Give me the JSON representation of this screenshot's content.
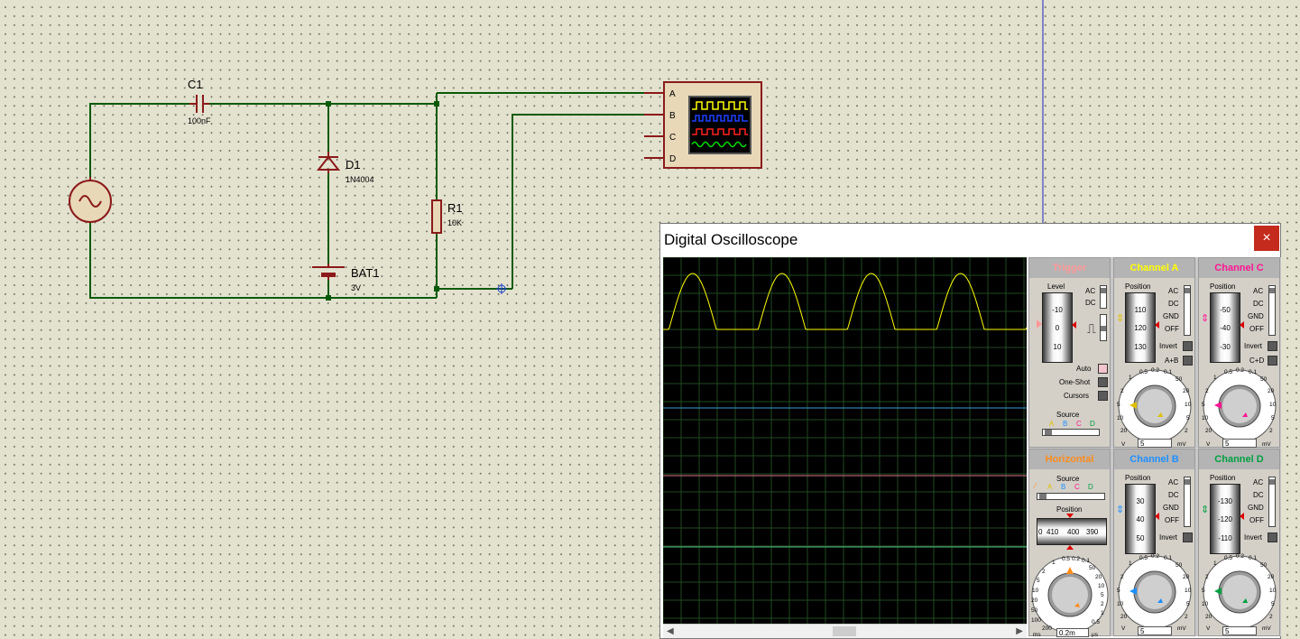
{
  "schematic": {
    "components": [
      {
        "ref": "C1",
        "value": "100nF"
      },
      {
        "ref": "D1",
        "value": "1N4004"
      },
      {
        "ref": "R1",
        "value": "10K"
      },
      {
        "ref": "BAT1",
        "value": "3V"
      }
    ],
    "scope_pins": [
      "A",
      "B",
      "C",
      "D"
    ]
  },
  "oscilloscope": {
    "title": "Digital Oscilloscope",
    "close_label": "×",
    "colors": {
      "ch_a": "#ffff00",
      "ch_b": "#1e90ff",
      "ch_c": "#ff1493",
      "ch_d": "#00c040",
      "trigger": "#ff9999",
      "horizontal": "#ff8c1a"
    },
    "trigger": {
      "title": "Trigger",
      "level_label": "Level",
      "drum_values": [
        "-10",
        "0",
        "10"
      ],
      "coupling": [
        "AC",
        "DC"
      ],
      "modes": [
        "Auto",
        "One-Shot",
        "Cursors"
      ],
      "source_label": "Source",
      "source_letters": [
        "A",
        "B",
        "C",
        "D"
      ]
    },
    "channel_a": {
      "title": "Channel A",
      "position_label": "Position",
      "drum_values": [
        "110",
        "120",
        "130"
      ],
      "coupling": [
        "AC",
        "DC",
        "GND",
        "OFF"
      ],
      "invert_label": "Invert",
      "combine_label": "A+B",
      "dial_value": "5",
      "unit_left": "V",
      "unit_right": "mV"
    },
    "channel_c": {
      "title": "Channel C",
      "position_label": "Position",
      "drum_values": [
        "-50",
        "-40",
        "-30"
      ],
      "coupling": [
        "AC",
        "DC",
        "GND",
        "OFF"
      ],
      "invert_label": "Invert",
      "combine_label": "C+D",
      "dial_value": "5",
      "unit_left": "V",
      "unit_right": "mV"
    },
    "horizontal": {
      "title": "Horizontal",
      "source_label": "Source",
      "source_letters": [
        "A",
        "B",
        "C",
        "D"
      ],
      "position_label": "Position",
      "drum_values": [
        "0",
        "410",
        "400",
        "390"
      ],
      "dial_value": "0.2m",
      "unit_left": "ms",
      "unit_right": "μs",
      "scale_labels": [
        "0.5",
        "0.2",
        "0.1",
        "1",
        "50",
        "2",
        "20",
        "5",
        "10",
        "10",
        "5",
        "20",
        "2",
        "50",
        "1",
        "100",
        "0.5",
        "200",
        "0.5"
      ]
    },
    "channel_b": {
      "title": "Channel B",
      "position_label": "Position",
      "drum_values": [
        "30",
        "40",
        "50"
      ],
      "coupling": [
        "AC",
        "DC",
        "GND",
        "OFF"
      ],
      "invert_label": "Invert",
      "dial_value": "5",
      "unit_left": "V",
      "unit_right": "mV"
    },
    "channel_d": {
      "title": "Channel D",
      "position_label": "Position",
      "drum_values": [
        "-130",
        "-120",
        "-110"
      ],
      "coupling": [
        "AC",
        "DC",
        "GND",
        "OFF"
      ],
      "invert_label": "Invert",
      "dial_value": "5",
      "unit_left": "V",
      "unit_right": "mV"
    },
    "volt_scale_labels": [
      "0.5",
      "0.2",
      "0.1",
      "1",
      "50",
      "2",
      "20",
      "5",
      "10",
      "10",
      "5",
      "20",
      "2",
      "V",
      "mV"
    ]
  }
}
